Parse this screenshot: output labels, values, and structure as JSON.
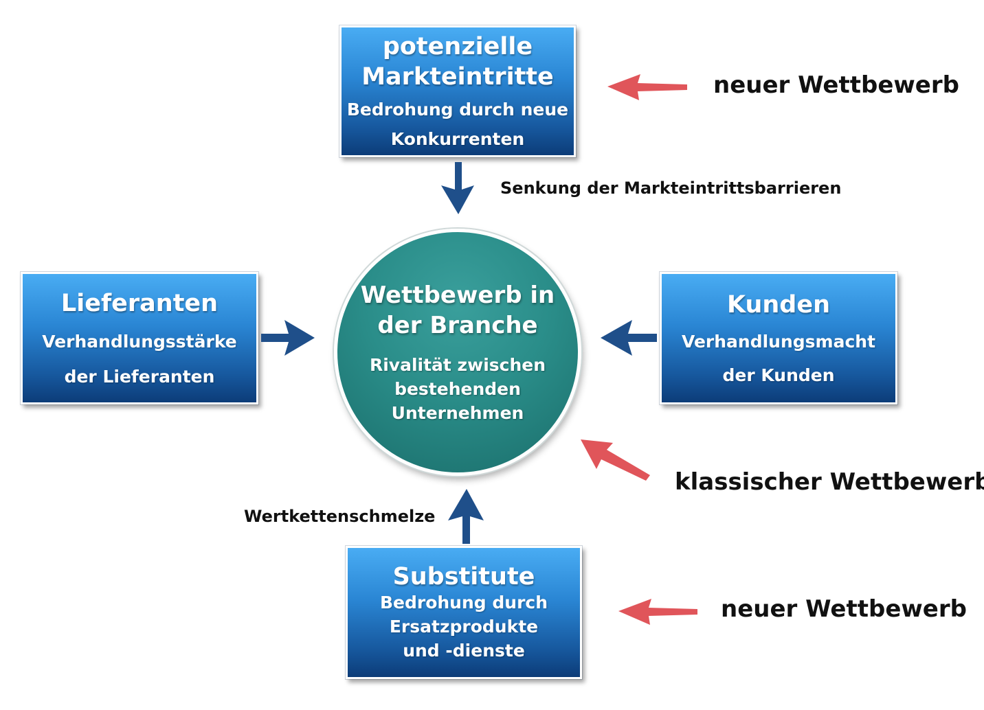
{
  "nodes": {
    "top": {
      "title_line1": "potenzielle",
      "title_line2": "Markteintritte",
      "sub_line1": "Bedrohung durch neue",
      "sub_line2": "Konkurrenten"
    },
    "left": {
      "title": "Lieferanten",
      "sub_line1": "Verhandlungsstärke",
      "sub_line2": "der Lieferanten"
    },
    "right": {
      "title": "Kunden",
      "sub_line1": "Verhandlungsmacht",
      "sub_line2": "der Kunden"
    },
    "bottom": {
      "title": "Substitute",
      "sub_line1": "Bedrohung durch",
      "sub_line2": "Ersatzprodukte",
      "sub_line3": "und -dienste"
    },
    "center": {
      "title_line1": "Wettbewerb in",
      "title_line2": "der Branche",
      "sub_line1": "Rivalität zwischen",
      "sub_line2": "bestehenden",
      "sub_line3": "Unternehmen"
    }
  },
  "labels": {
    "new_competition_top": "neuer Wettbewerb",
    "classic_competition": "klassischer Wettbewerb",
    "new_competition_bottom": "neuer Wettbewerb",
    "barrier_reduction": "Senkung der Markteintrittsbarrieren",
    "value_chain_melt": "Wertkettenschmelze"
  },
  "colors": {
    "box_blue_top": "#49acf3",
    "box_blue_bottom": "#0c3c78",
    "circle_teal": "#2a8d89",
    "arrow_blue": "#1f4f8a",
    "arrow_red": "#e0555a"
  }
}
